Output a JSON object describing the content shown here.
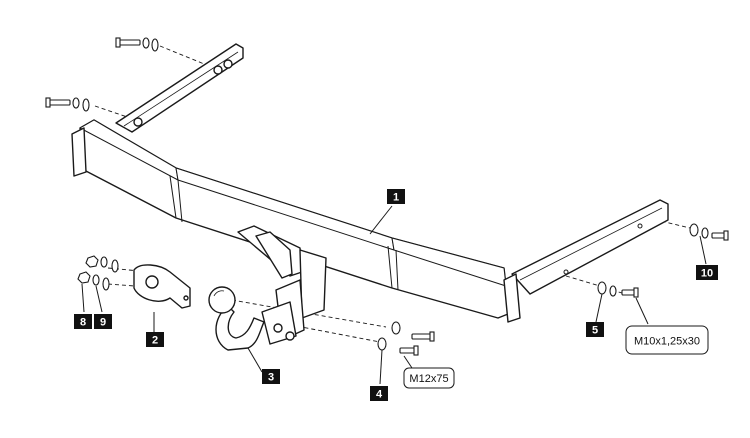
{
  "callouts": [
    {
      "id": "part-1",
      "label": "1"
    },
    {
      "id": "part-2",
      "label": "2"
    },
    {
      "id": "part-3",
      "label": "3"
    },
    {
      "id": "part-4",
      "label": "4"
    },
    {
      "id": "part-5",
      "label": "5"
    },
    {
      "id": "part-8",
      "label": "8"
    },
    {
      "id": "part-9",
      "label": "9"
    },
    {
      "id": "part-10",
      "label": "10"
    }
  ],
  "bolt_specs": [
    {
      "id": "spec-m12",
      "text": "M12x75"
    },
    {
      "id": "spec-m10",
      "text": "M10x1,25x30"
    }
  ],
  "colors": {
    "stroke": "#1a1a1a",
    "callout_bg": "#111111",
    "callout_text": "#ffffff",
    "part_fill": "#ffffff"
  }
}
